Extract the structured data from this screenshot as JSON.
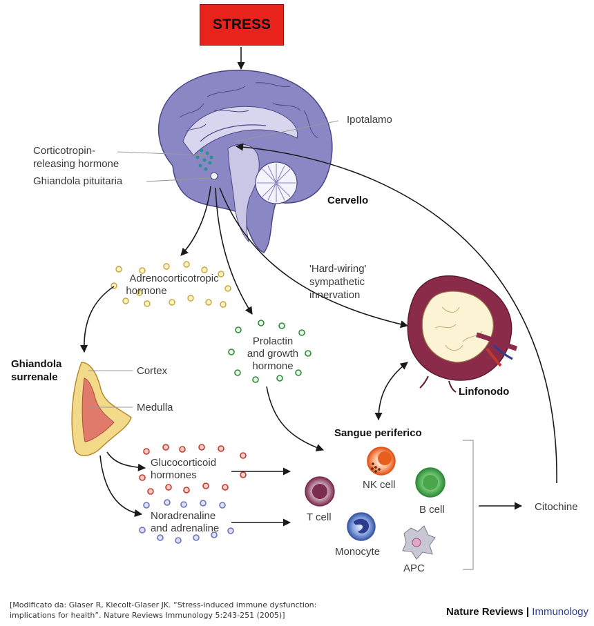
{
  "stress": "STRESS",
  "labels": {
    "ipotalamo": "Ipotalamo",
    "crh_line1": "Corticotropin-",
    "crh_line2": "releasing hormone",
    "pituitaria": "Ghiandola pituitaria",
    "cervello": "Cervello",
    "acth_line1": "Adrenocorticotropic",
    "acth_line2": "hormone",
    "hardwiring_line1": "'Hard-wiring'",
    "hardwiring_line2": "sympathetic",
    "hardwiring_line3": "innervation",
    "surrenale_line1": "Ghiandola",
    "surrenale_line2": "surrenale",
    "cortex": "Cortex",
    "medulla": "Medulla",
    "prolactin_line1": "Prolactin",
    "prolactin_line2": "and growth",
    "prolactin_line3": "hormone",
    "linfonodo": "Linfonodo",
    "sangue": "Sangue periferico",
    "gluco_line1": "Glucocorticoid",
    "gluco_line2": "hormones",
    "nora_line1": "Noradrenaline",
    "nora_line2": "and adrenaline",
    "tcell": "T cell",
    "nkcell": "NK cell",
    "bcell": "B cell",
    "monocyte": "Monocyte",
    "apc": "APC",
    "citochine": "Citochine"
  },
  "citation": "[Modificato da: Glaser R, Kiecolt-Glaser JK. “Stress-induced immune dysfunction: implications for health”. Nature Reviews Immunology 5:243-251 (2005)]",
  "logo": {
    "part1": "Nature Reviews",
    "separator": "|",
    "part2": "Immunology"
  },
  "colors": {
    "stress_box": "#e8231b",
    "brain": "#8b86c4",
    "acth_dots": "#e8c96a",
    "prolactin_dots": "#3a9a4c",
    "gluco_dots": "#c0392b",
    "nora_dots": "#7b82c8",
    "adrenal": "#f3d98a",
    "logo_blue": "#2d3c8f"
  }
}
